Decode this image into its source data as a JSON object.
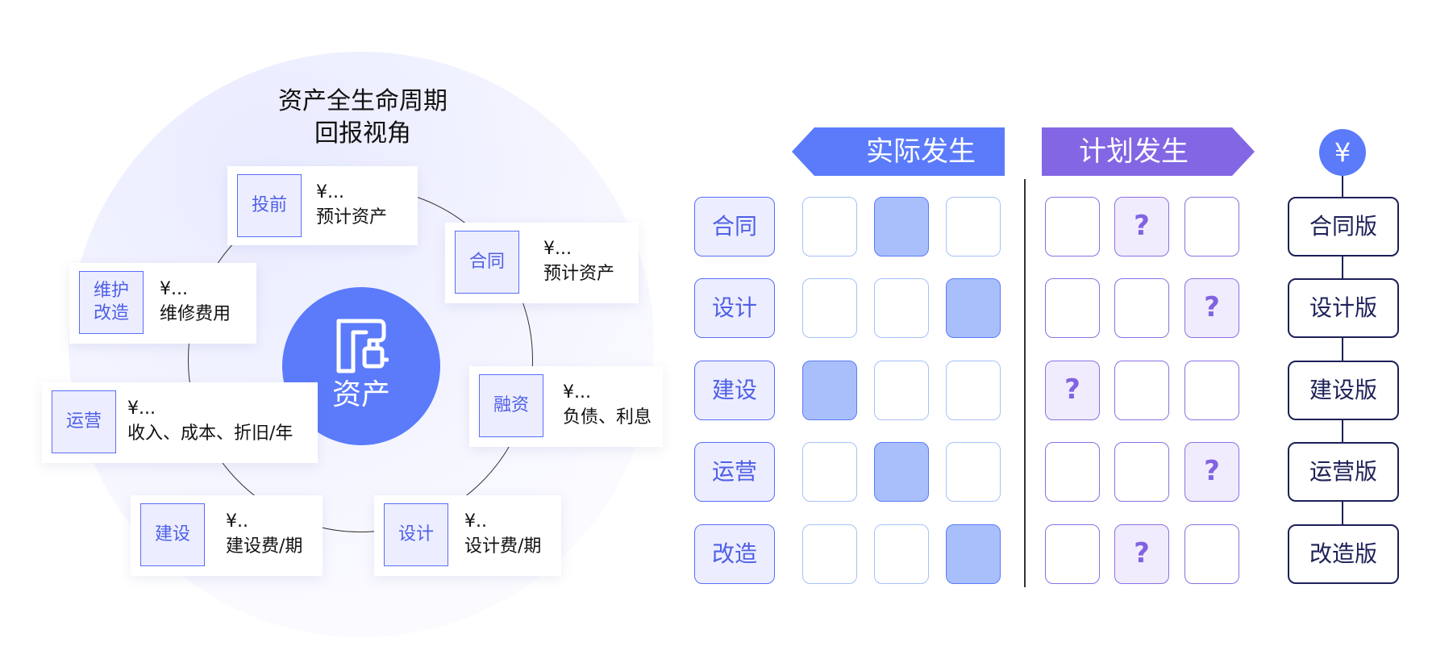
{
  "left": {
    "title_line1": "资产全生命周期",
    "title_line2": "回报视角",
    "center_label": "资产",
    "center_icon": "asset-machine-icon",
    "cards": [
      {
        "tag": "投前",
        "value": "¥...",
        "desc": "预计资产"
      },
      {
        "tag": "合同",
        "value": "¥...",
        "desc": "预计资产"
      },
      {
        "tag": "融资",
        "value": "¥...",
        "desc": "负债、利息"
      },
      {
        "tag": "设计",
        "value": "¥..",
        "desc": "设计费/期"
      },
      {
        "tag": "建设",
        "value": "¥..",
        "desc": "建设费/期"
      },
      {
        "tag": "运营",
        "value": "¥...",
        "desc": "收入、成本、折旧/年"
      },
      {
        "tag": "维护\n改造",
        "value": "¥...",
        "desc": "维修费用"
      }
    ]
  },
  "right": {
    "actual_label": "实际发生",
    "plan_label": "计划发生",
    "currency_symbol": "¥",
    "rows": [
      "合同",
      "设计",
      "建设",
      "运营",
      "改造"
    ],
    "versions": [
      "合同版",
      "设计版",
      "建设版",
      "运营版",
      "改造版"
    ],
    "actual_filled_column": [
      1,
      2,
      0,
      1,
      2
    ],
    "plan_question_column": [
      1,
      2,
      0,
      2,
      1
    ],
    "plan_mark": "?"
  },
  "colors": {
    "blue": "#5b7bfb",
    "blue_fill": "#a9bffc",
    "purple": "#8266e3",
    "navy": "#1c2057"
  }
}
